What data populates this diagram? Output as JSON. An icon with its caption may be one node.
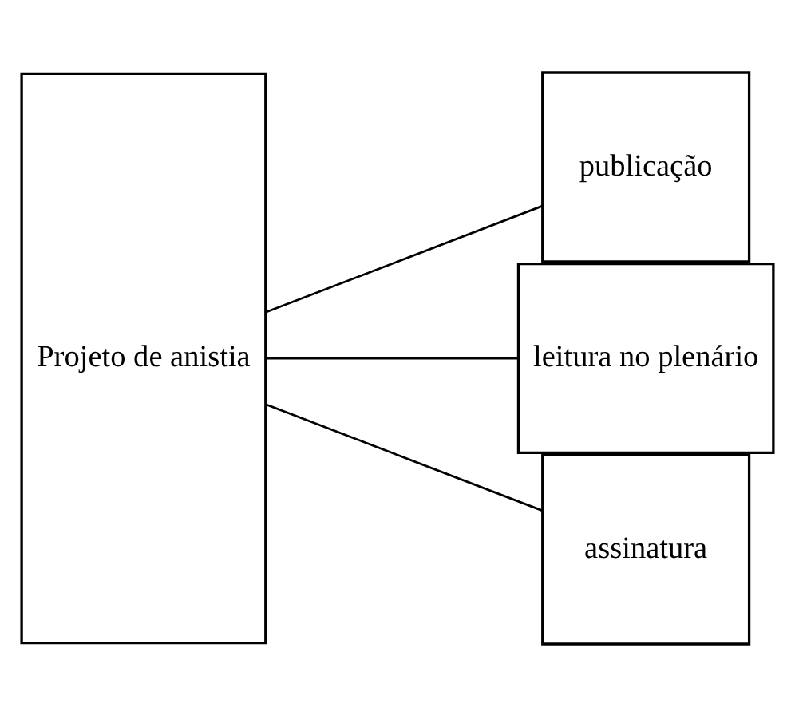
{
  "diagram": {
    "nodes": [
      {
        "text": [
          "Projeto de anistia"
        ]
      },
      {
        "text": [
          "publicação"
        ]
      },
      {
        "text": [
          "leitura no plenário"
        ]
      },
      {
        "text": [
          "assinatura"
        ]
      }
    ],
    "edges": [
      {
        "from": 0,
        "to": 1,
        "arrow": "none"
      },
      {
        "from": 0,
        "to": 2,
        "arrow": "none"
      },
      {
        "from": 0,
        "to": 3,
        "arrow": "none"
      }
    ]
  }
}
